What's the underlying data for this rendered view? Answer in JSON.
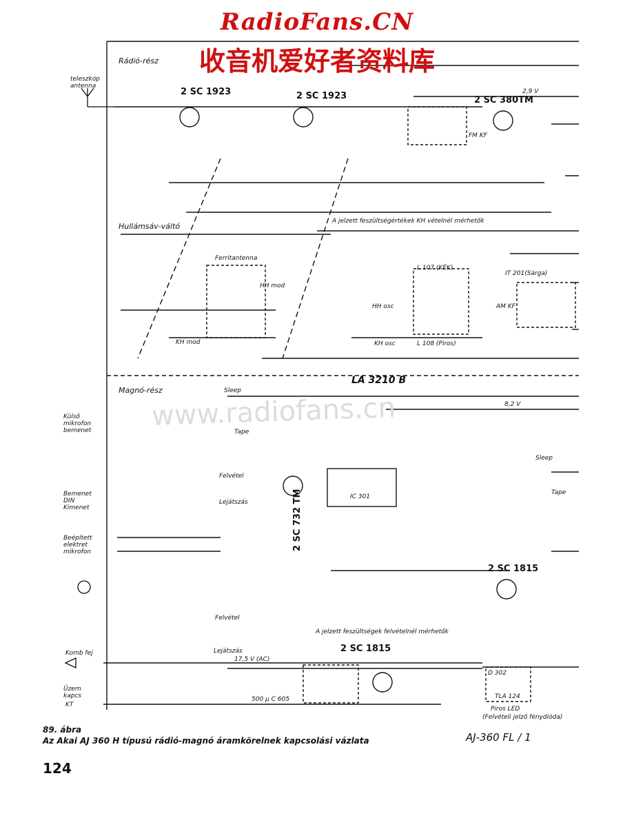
{
  "watermark": {
    "site_en": "RadioFans.CN",
    "site_cn": "收音机爱好者资料库",
    "url": "www.radiofans.cn"
  },
  "sections": {
    "radio": "Rádió-rész",
    "tape": "Magnó-rész",
    "band_switch": "Hullámsáv-váltó"
  },
  "transistors": {
    "t101": "2 SC 1923",
    "t102": "2 SC 1923",
    "t201": "2 SC 380TM",
    "t301": "2 SC 732 TM",
    "t302": "2 SC 1815",
    "t601": "2 SC 1815"
  },
  "ic": {
    "main": "LA 3210 B",
    "ic301": "IC 301"
  },
  "notes": {
    "kh_measure": "A jelzett feszültségértékek KH vételnél mérhetők",
    "rec_measure": "A jelzett feszültségek felvételnél mérhetők"
  },
  "labels": {
    "antenna": "teleszkóp antenna",
    "ferrite": "Ferritantenna",
    "hh_mod": "HH mod",
    "kh_mod": "KH mod",
    "hh_osc": "HH osc",
    "kh_osc": "KH osc",
    "fm_kf": "FM KF",
    "am_kf": "AM KF",
    "it201": "IT 201(Sárga)",
    "l107": "L 107 (KÉK)",
    "l108": "L 108 (Piros)",
    "ext_mic": "Külső mikrofon bemenet",
    "din_in": "Bemenet DIN Kimenet",
    "built_mic": "Beépített elektret mikrofon",
    "komb": "Komb fej",
    "uzem": "Üzem kapcs",
    "kt": "KT",
    "sleep": "Sleep",
    "tape": "Tape",
    "felvetel": "Felvétel",
    "lejatszas": "Lejátszás",
    "led": "Piros LED",
    "led_note": "(Felvételi jelző fénydióda)",
    "tla": "TLA 124",
    "d302": "D 302",
    "v17_5": "17,5 V (AC)",
    "v8_2": "8,2 V",
    "v2_9": "2,9 V",
    "c605": "500 µ C 605"
  },
  "figure": {
    "number": "89. ábra",
    "caption": "Az Akai AJ 360 H típusú rádió-magnó áramkörelnek kapcsolási vázlata"
  },
  "page_number": "124",
  "model_ref": "AJ-360 FL / 1"
}
